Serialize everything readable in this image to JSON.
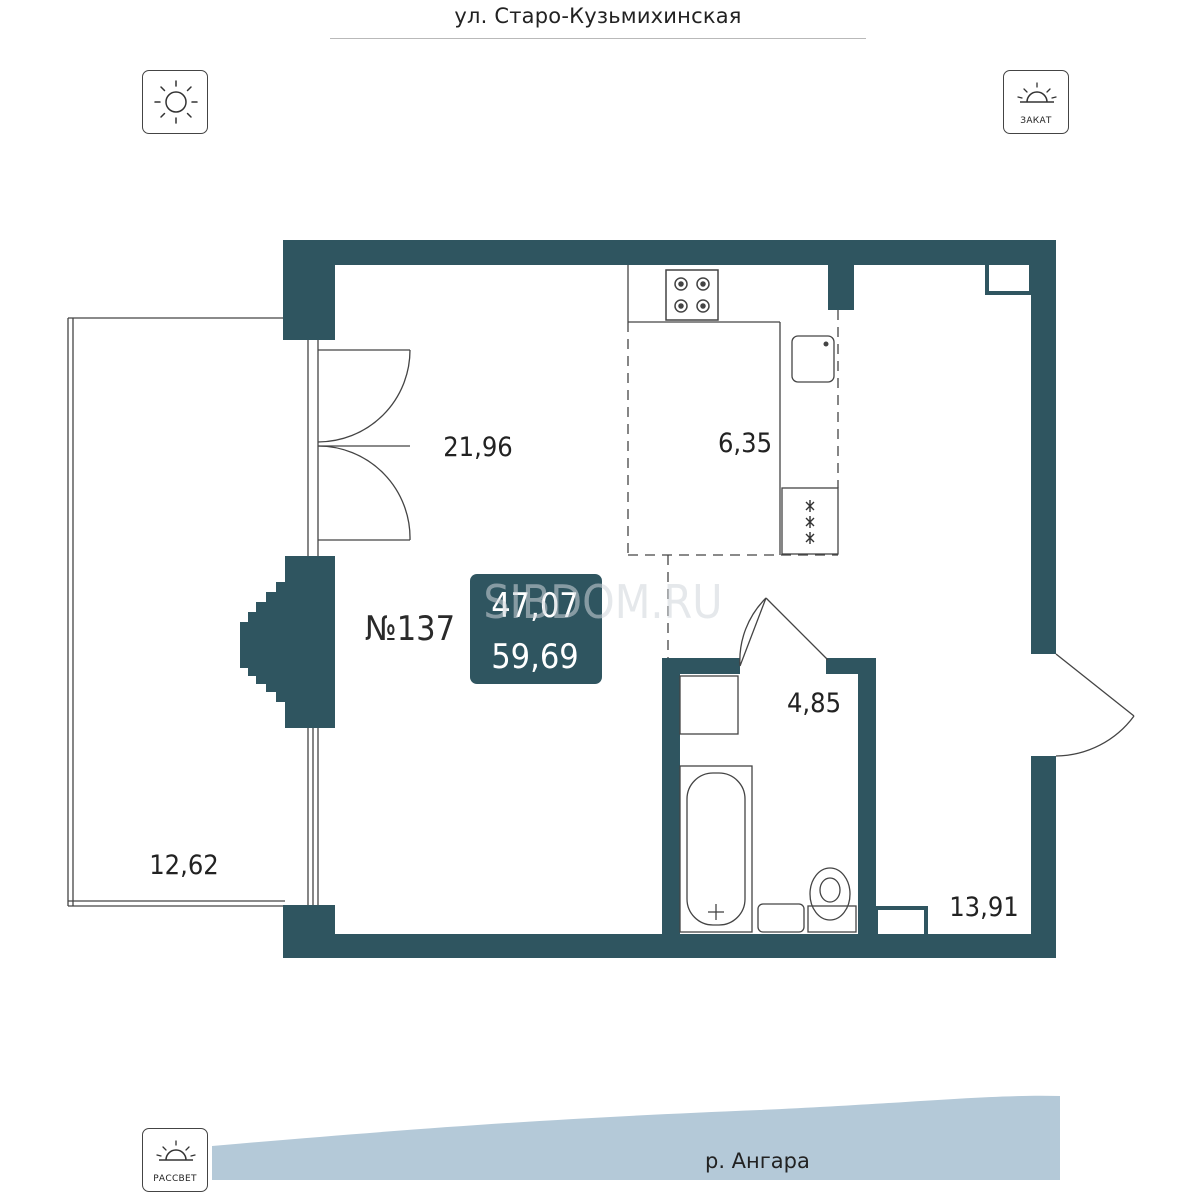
{
  "street": "ул. Старо-Кузьмихинская",
  "river": "р. Ангара",
  "orientation": {
    "sun_icon": "sun-icon",
    "sunset_label": "ЗАКАТ",
    "sunrise_label": "РАССВЕТ"
  },
  "apartment": {
    "number": "№137",
    "living_area": "47,07",
    "total_area": "59,69"
  },
  "rooms": {
    "main_room": "21,96",
    "kitchen": "6,35",
    "bathroom": "4,85",
    "hallway": "13,91",
    "balcony": "12,62"
  },
  "watermark": "SIBDOM.RU",
  "colors": {
    "wall": "#2f5560",
    "river": "#b4c9d8",
    "badge": "#2f5560",
    "line": "#4a4a4a"
  }
}
